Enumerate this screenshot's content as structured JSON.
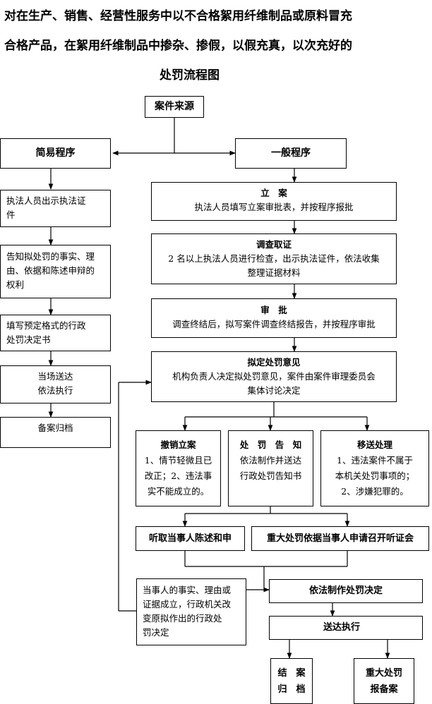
{
  "title": {
    "line1": "对在生产、销售、经营性服务中以不合格絮用纤维制品或原料冒充",
    "line2": "合格产品，在絮用纤维制品中掺杂、掺假，以假充真，以次充好的",
    "line3": "处罚流程图"
  },
  "nodes": {
    "source": "案件来源",
    "simple": "简易程序",
    "general": "一般程序",
    "simple_steps": [
      [
        "执法人员出示执法证",
        "件"
      ],
      [
        "告知拟处罚的事实、理",
        "由、依据和陈述申辩的",
        "权利"
      ],
      [
        "填写预定格式的行政",
        "处罚决定书"
      ],
      [
        "当场送达",
        "依法执行"
      ],
      [
        "备案归档"
      ]
    ],
    "filing": {
      "title": "立　案",
      "desc": "执法人员填写立案审批表，并按程序报批"
    },
    "investigation": {
      "title": "调查取证",
      "desc": [
        "2 名以上执法人员进行检查，出示执法证件，依法收集",
        "整理证据材料"
      ]
    },
    "approval": {
      "title": "审　批",
      "desc": "调查终结后，拟写案件调查终结报告，并按程序审批"
    },
    "proposal": {
      "title": "拟定处罚意见",
      "desc": [
        "机构负责人决定拟处罚意见，案件由案件审理委员会",
        "集体讨论决定"
      ]
    },
    "revoke": {
      "title": "撤销立案",
      "desc": [
        "1、情节轻微且已",
        "改正；2、违法事",
        "实不能成立的。"
      ]
    },
    "notify": {
      "title": "处　罚　告　知",
      "desc": [
        "依法制作并送达",
        "行政处罚告知书"
      ]
    },
    "transfer": {
      "title": "移送处理",
      "desc": [
        "1、违法案件不属于",
        "本机关处罚事项的；",
        "2、涉嫌犯罪的。"
      ]
    },
    "hear_statement": "听取当事人陈述和申",
    "hearing": "重大处罚依据当事人申请召开听证会",
    "change": [
      "当事人的事实、理由或",
      "证据成立，行政机关改",
      "变原拟作出的行政处",
      "罚决定"
    ],
    "decision": "依法制作处罚决定",
    "deliver": "送达执行",
    "archive": [
      "结　案",
      "归　档"
    ],
    "report": [
      "重大处罚",
      "报备案"
    ]
  }
}
